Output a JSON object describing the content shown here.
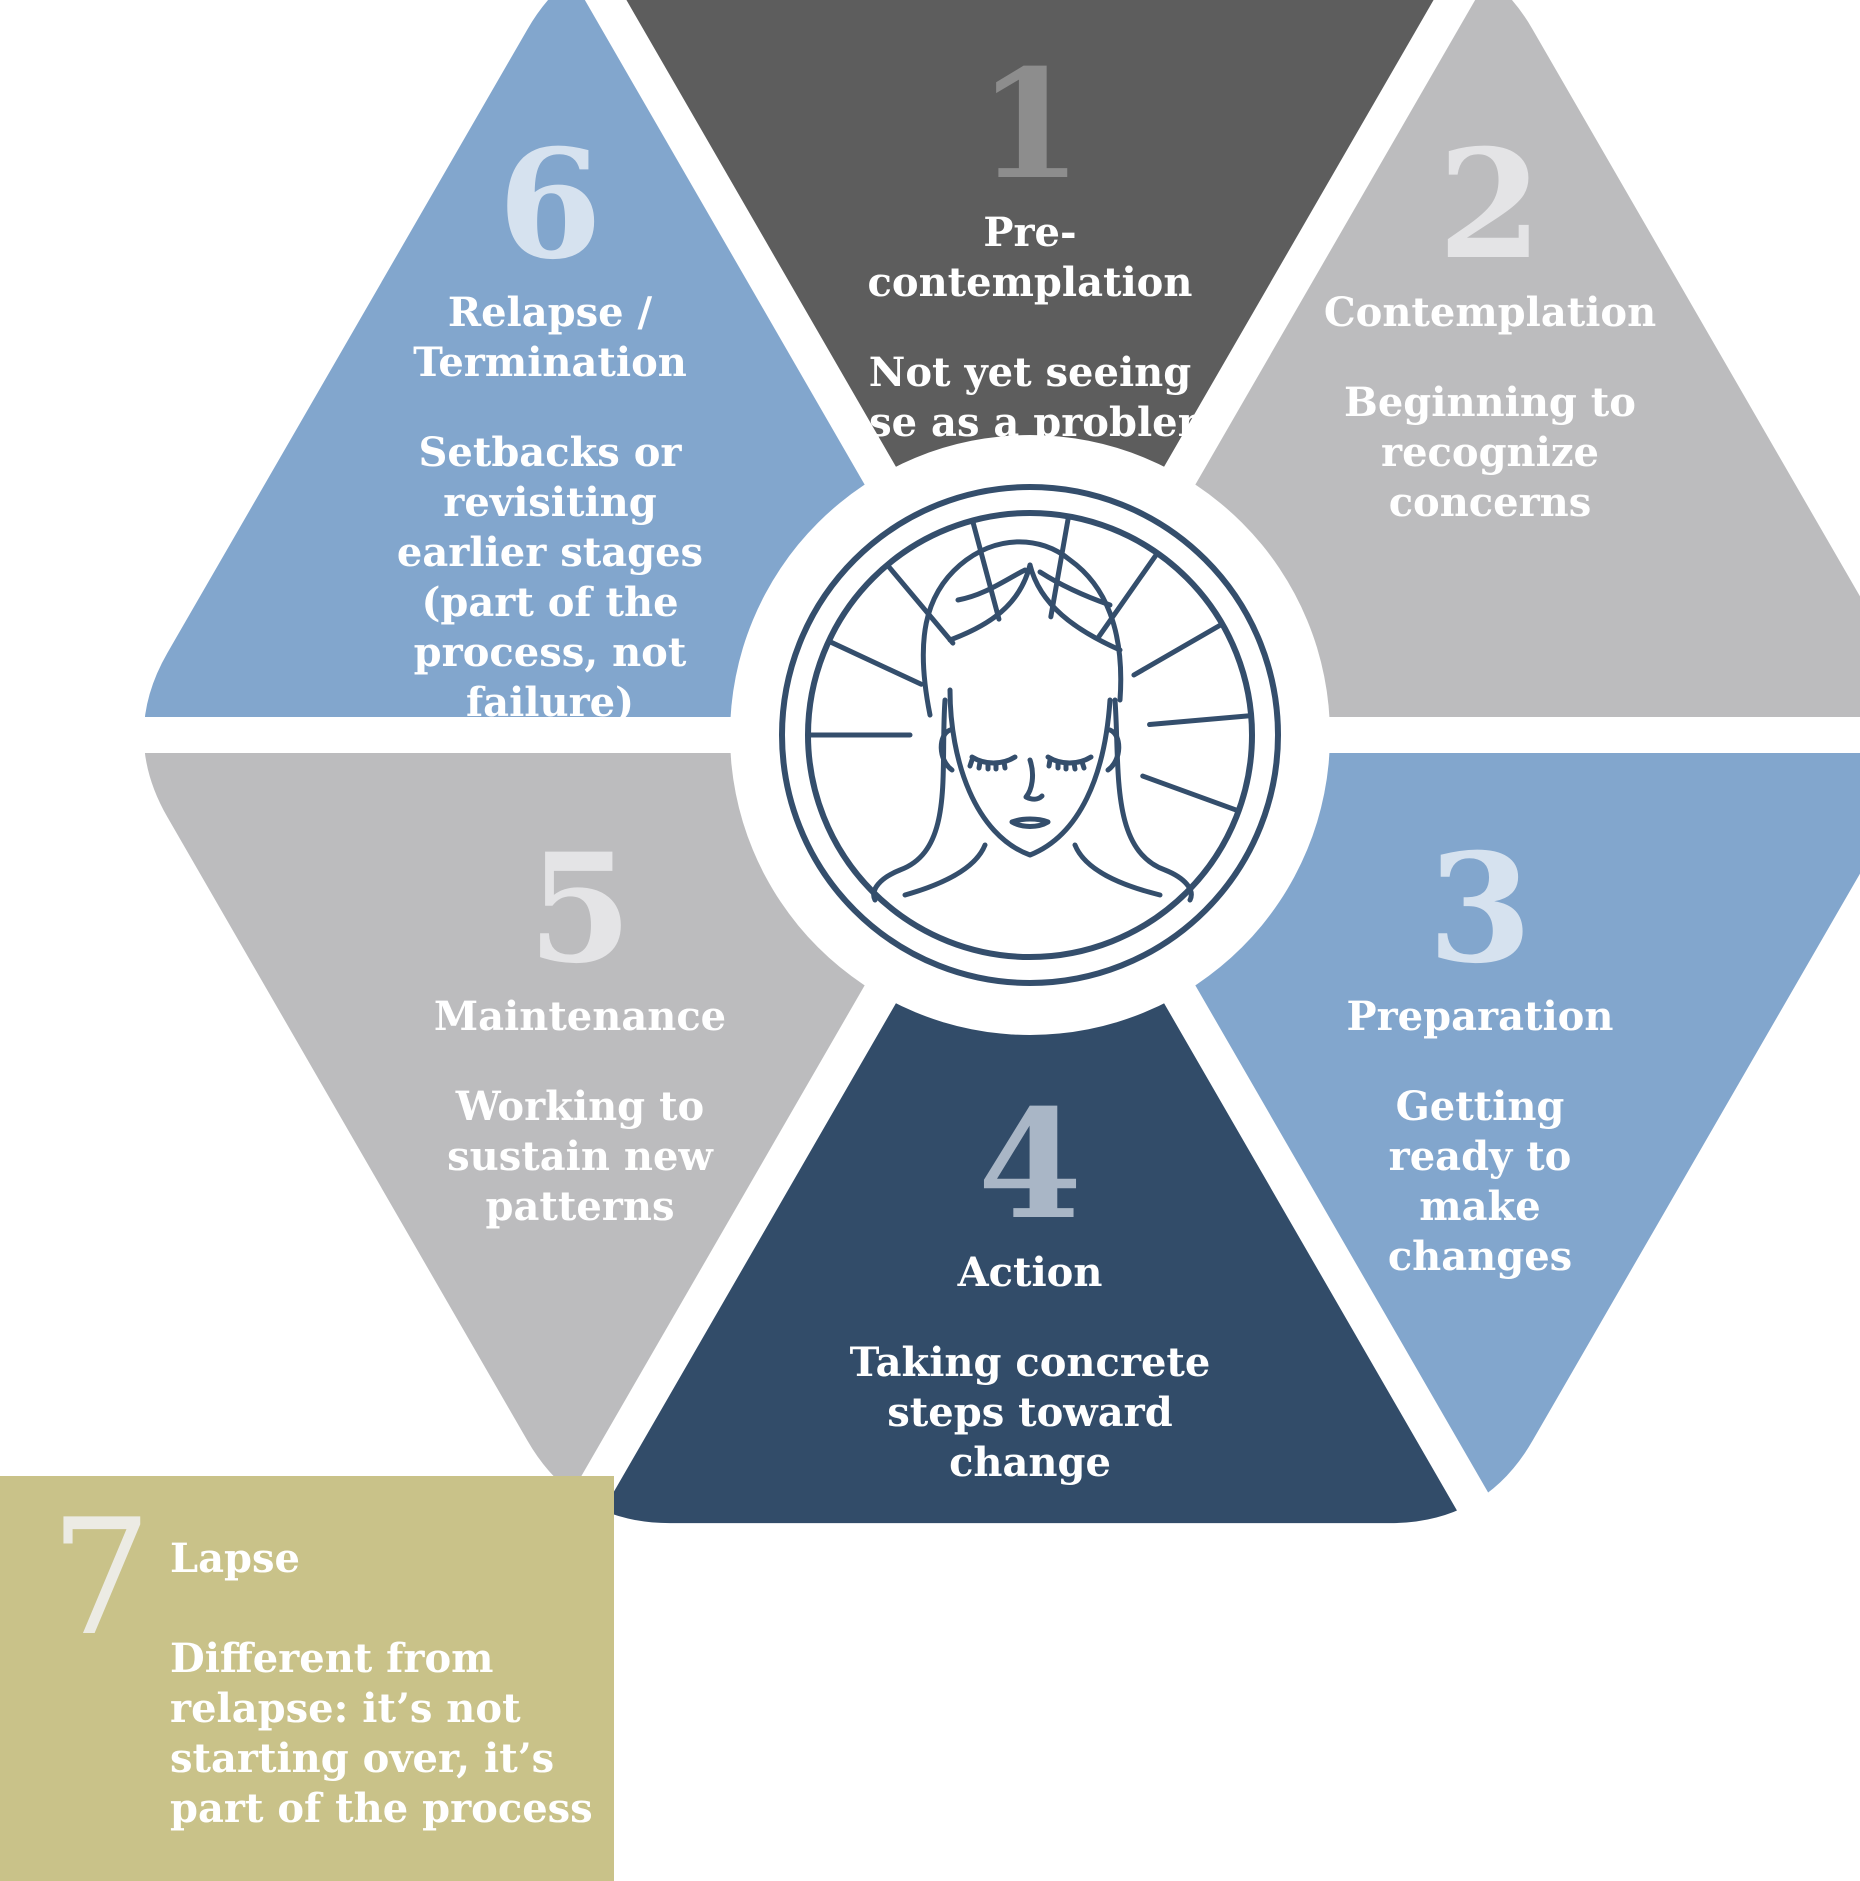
{
  "colors": {
    "dark_gray": "#5d5d5d",
    "light_gray": "#bcbcbe",
    "light_blue": "#82a6cd",
    "navy": "#324c69",
    "olive": "#c9c289",
    "icon_stroke": "#344e6c",
    "white": "#ffffff"
  },
  "stages": [
    {
      "number": "1",
      "title": "Pre-contemplation",
      "description": "Not yet seeing use as a problem",
      "fill": "#5d5d5d",
      "number_color": "#8d8d8d"
    },
    {
      "number": "2",
      "title": "Contemplation",
      "description": "Beginning to recognize concerns",
      "fill": "#bcbcbe",
      "number_color": "#e4e4e6"
    },
    {
      "number": "3",
      "title": "Preparation",
      "description": "Getting ready to make changes",
      "fill": "#82a6cd",
      "number_color": "#d6e2ef"
    },
    {
      "number": "4",
      "title": "Action",
      "description": "Taking concrete steps toward change",
      "fill": "#324c69",
      "number_color": "#a9b6c6"
    },
    {
      "number": "5",
      "title": "Maintenance",
      "description": "Working to sustain new patterns",
      "fill": "#bcbcbe",
      "number_color": "#e4e4e6"
    },
    {
      "number": "6",
      "title": "Relapse / Termination",
      "description": "Setbacks or revisiting earlier stages (part of the process, not failure)",
      "fill": "#82a6cd",
      "number_color": "#d6e2ef"
    }
  ],
  "lapse": {
    "number": "7",
    "title": "Lapse",
    "description": "Different from relapse: it’s not starting over, it’s part of the process",
    "fill": "#c9c289"
  },
  "center_icon": "woman-face-icon"
}
